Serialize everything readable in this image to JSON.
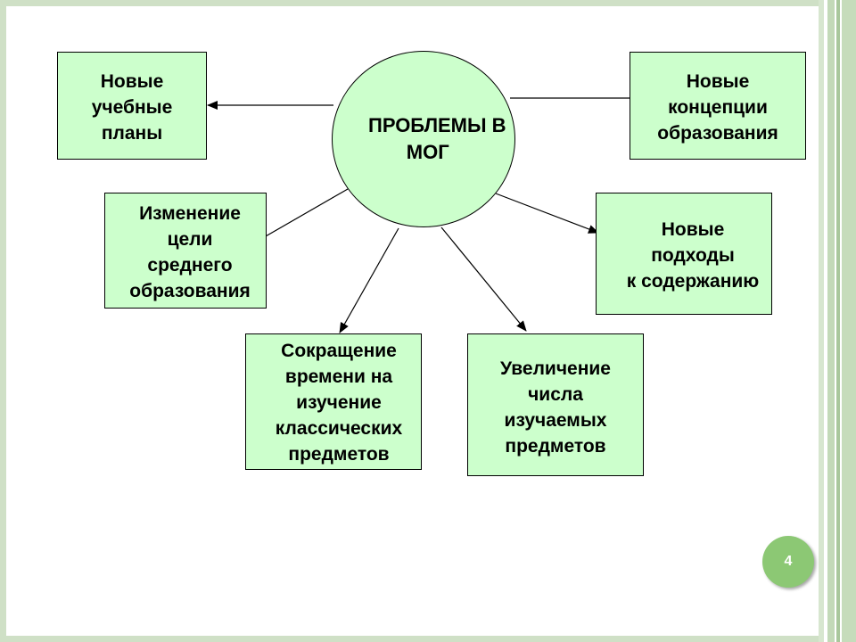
{
  "diagram": {
    "center": {
      "label": "ПРОБЛЕМЫ В\n       МОГ"
    },
    "nodes": {
      "new_curricula": "Новые\nучебные\nпланы",
      "new_concepts": "Новые\nконцепции\nобразования",
      "goal_change": "Изменение\nцели\nсреднего\nобразования",
      "new_approaches": "Новые\nподходы\nк содержанию",
      "reduction": "Сокращение\nвремени на\nизучение\nклассических\nпредметов",
      "increase": "Увеличение\nчисла\nизучаемых\nпредметов"
    }
  },
  "slide": {
    "page_number": "4"
  },
  "colors": {
    "box_fill": "#ccffcc",
    "frame": "#cfe0c6",
    "badge": "#8cc874"
  }
}
